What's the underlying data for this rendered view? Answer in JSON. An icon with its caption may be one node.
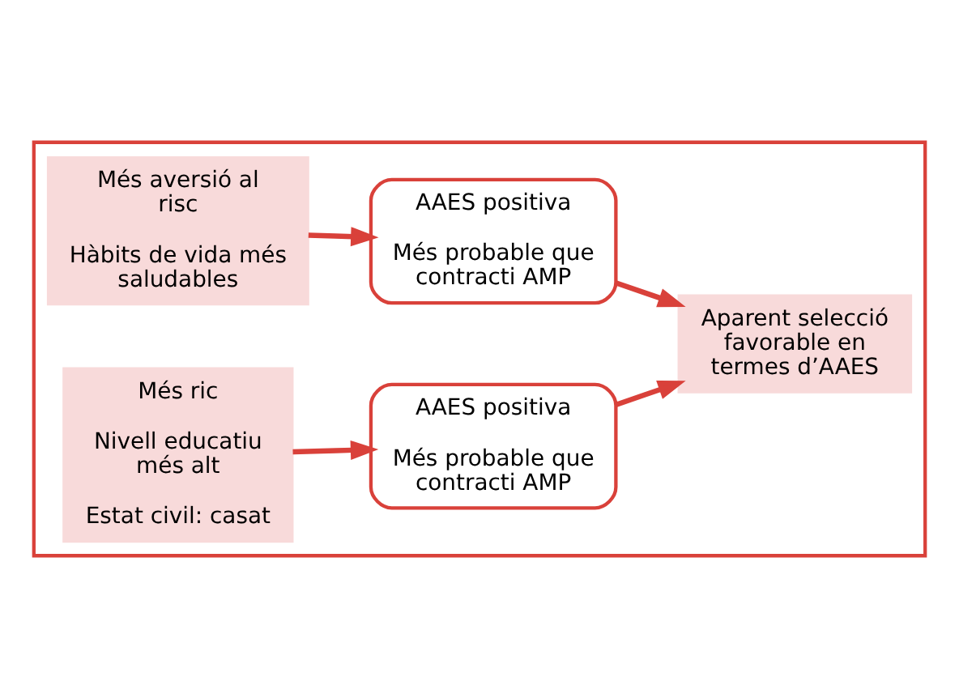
{
  "diagram": {
    "nodes": [
      {
        "text": [],
        "shape": "box"
      },
      {
        "text": [
          "Més aversió al risc",
          "Hàbits de vida més saludables"
        ],
        "in": 0
      },
      {
        "text": [
          "AAES positiva",
          "Més probable que contracti AMP"
        ],
        "in": 0
      },
      {
        "text": [
          "Més ric",
          "Nivell educatiu més alt",
          "Estat civil: casat"
        ],
        "in": 0
      },
      {
        "text": [
          "AAES positiva",
          "Més probable que contracti AMP"
        ],
        "in": 0
      },
      {
        "text": [
          "Aparent selecció favorable en termes d’AAES"
        ],
        "in": 0
      }
    ],
    "edges": [
      {
        "from": 1,
        "to": 2,
        "arrow": "to"
      },
      {
        "from": 3,
        "to": 4,
        "arrow": "to"
      },
      {
        "from": 2,
        "to": 5,
        "arrow": "to"
      },
      {
        "from": 4,
        "to": 5,
        "arrow": "to"
      }
    ]
  }
}
